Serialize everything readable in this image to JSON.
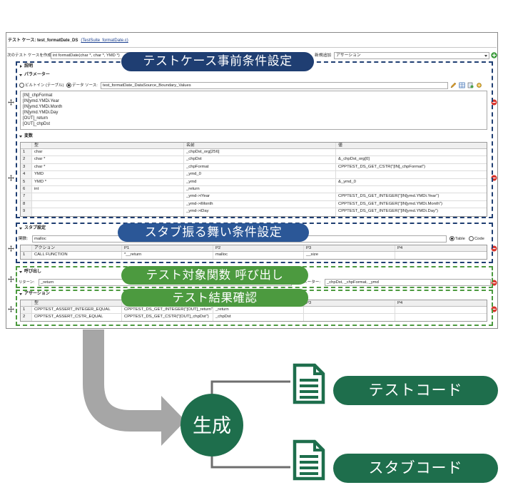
{
  "colors": {
    "navy": "#1f3e72",
    "blue": "#2b5797",
    "green": "#4c9a3f",
    "dark_green": "#1e6e4c",
    "arrow_gray": "#a6a6a6",
    "line_gray": "#6e6e6e",
    "remove_red": "#d8322a"
  },
  "window": {
    "title_label": "テスト ケース: test_formatDate_DS",
    "title_file": "(TestSuite_formatDate.c)"
  },
  "toolbar": {
    "create_label": "次のテスト ケースを作成",
    "function_value": "int formatDate(char *, char *, YMD *)",
    "add_label": "新規追加",
    "add_value": "アサーション"
  },
  "description": {
    "title": "説明"
  },
  "parameters": {
    "title": "パラメーター",
    "builtin_label": "ビルトイン (テーブル)",
    "datasource_label": "データ ソース:",
    "datasource_value": "test_formatDate_DataSource_Boundary_Values",
    "columns": [
      "[IN]_chpFormat",
      "[IN]ymd.YMDi.Year",
      "[IN]ymd.YMDi.Month",
      "[IN]ymd.YMDi.Day",
      "[OUT]_return",
      "[OUT]_chpDst"
    ]
  },
  "variables": {
    "title": "変数",
    "headers": [
      "型",
      "名前",
      "値"
    ],
    "rows": [
      {
        "no": "1",
        "cells": [
          "char",
          "_chpDst_org[256]",
          ""
        ]
      },
      {
        "no": "2",
        "cells": [
          "char *",
          "_chpDst",
          "&_chpDst_org[0]"
        ]
      },
      {
        "no": "3",
        "cells": [
          "char *",
          "_chpFormat",
          "CPPTEST_DS_GET_CSTR(\"[IN]_chpFormat\")"
        ]
      },
      {
        "no": "4",
        "cells": [
          "YMD",
          "_ymd_0",
          ""
        ]
      },
      {
        "no": "5",
        "cells": [
          "YMD *",
          "_ymd",
          "&_ymd_0"
        ]
      },
      {
        "no": "6",
        "cells": [
          "int",
          "_return",
          ""
        ]
      },
      {
        "no": "7",
        "cells": [
          "",
          "_ymd->iYear",
          "CPPTEST_DS_GET_INTEGER(\"[IN]ymd.YMDi.Year\")"
        ]
      },
      {
        "no": "8",
        "cells": [
          "",
          "_ymd->iMonth",
          "CPPTEST_DS_GET_INTEGER(\"[IN]ymd.YMDi.Month\")"
        ]
      },
      {
        "no": "9",
        "cells": [
          "",
          "_ymd->iDay",
          "CPPTEST_DS_GET_INTEGER(\"[IN]ymd.YMDi.Day\")"
        ]
      }
    ]
  },
  "stubs": {
    "title": "スタブ設定",
    "function_label": "関数:",
    "function_value": "malloc",
    "mode_table": "Table",
    "mode_code": "Code",
    "headers": [
      "アクション",
      "P1",
      "P2",
      "P3",
      "P4"
    ],
    "rows": [
      {
        "no": "1",
        "cells": [
          "CALL FUNCTION",
          "*__return",
          "malloc",
          "__size",
          ""
        ]
      }
    ]
  },
  "call": {
    "title": "呼び出し",
    "return_label": "リターン:",
    "return_value": "_return",
    "params_label": "パラメーター:",
    "params_value": "_chpDst, _chpFormat, _ymd"
  },
  "assertions": {
    "title": "アサーション",
    "headers": [
      "型",
      "",
      "",
      "P3",
      "P4"
    ],
    "rows": [
      {
        "no": "1",
        "cells": [
          "CPPTEST_ASSERT_INTEGER_EQUAL",
          "CPPTEST_DS_GET_INTEGER(\"[OUT]_return\")",
          "_return",
          "",
          ""
        ]
      },
      {
        "no": "2",
        "cells": [
          "CPPTEST_ASSERT_CSTR_EQUAL",
          "CPPTEST_DS_GET_CSTR(\"[OUT]_chpDst\")",
          "_chpDst",
          "",
          ""
        ]
      }
    ]
  },
  "annotations": [
    {
      "label": "テストケース事前条件設定"
    },
    {
      "label": "スタブ振る舞い条件設定"
    },
    {
      "label": "テスト対象関数 呼び出し"
    },
    {
      "label": "テスト結果確認"
    }
  ],
  "flow": {
    "generate_label": "生成",
    "outputs": [
      "テストコード",
      "スタブコード"
    ]
  }
}
